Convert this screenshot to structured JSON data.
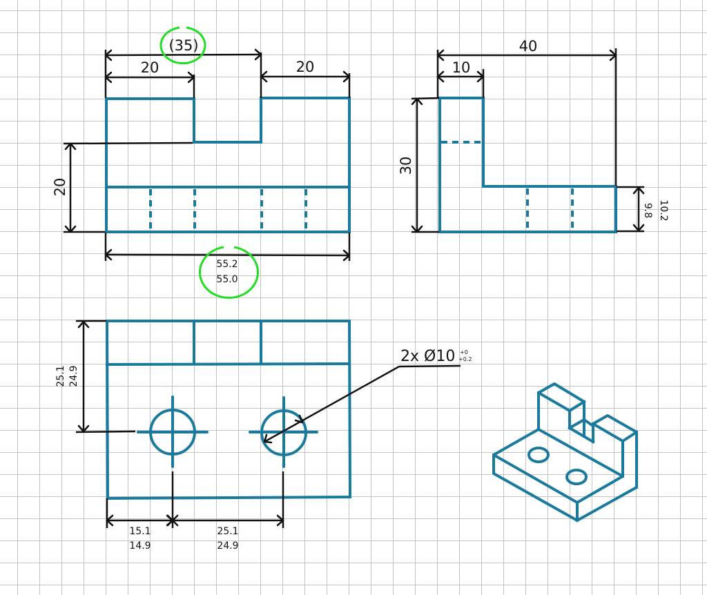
{
  "drawing": {
    "type": "orthographic-technical-drawing",
    "colors": {
      "part_lines": "#1a7a9e",
      "dimension_lines": "#111111",
      "highlight": "#22dd22",
      "grid": "#c4c4c4"
    },
    "front_view": {
      "dims": {
        "reference_width": "(35)",
        "left_step": "20",
        "right_step": "20",
        "slot_depth_height": "20",
        "overall_width_upper": "55.2",
        "overall_width_lower": "55.0"
      }
    },
    "side_view": {
      "dims": {
        "overall_depth": "40",
        "upright_thickness": "10",
        "overall_height": "30",
        "base_thickness_upper": "10.2",
        "base_thickness_lower": "9.8"
      }
    },
    "top_view": {
      "dims": {
        "hole_offset_y_upper": "25.1",
        "hole_offset_y_lower": "24.9",
        "hole_offset_x_upper": "15.1",
        "hole_offset_x_lower": "14.9",
        "hole_spacing_upper": "25.1",
        "hole_spacing_lower": "24.9"
      },
      "hole_callout": {
        "text": "2x Ø10",
        "tol_upper": "+0",
        "tol_lower": "+0.2"
      }
    },
    "isometric_view": {
      "label": "isometric"
    }
  }
}
